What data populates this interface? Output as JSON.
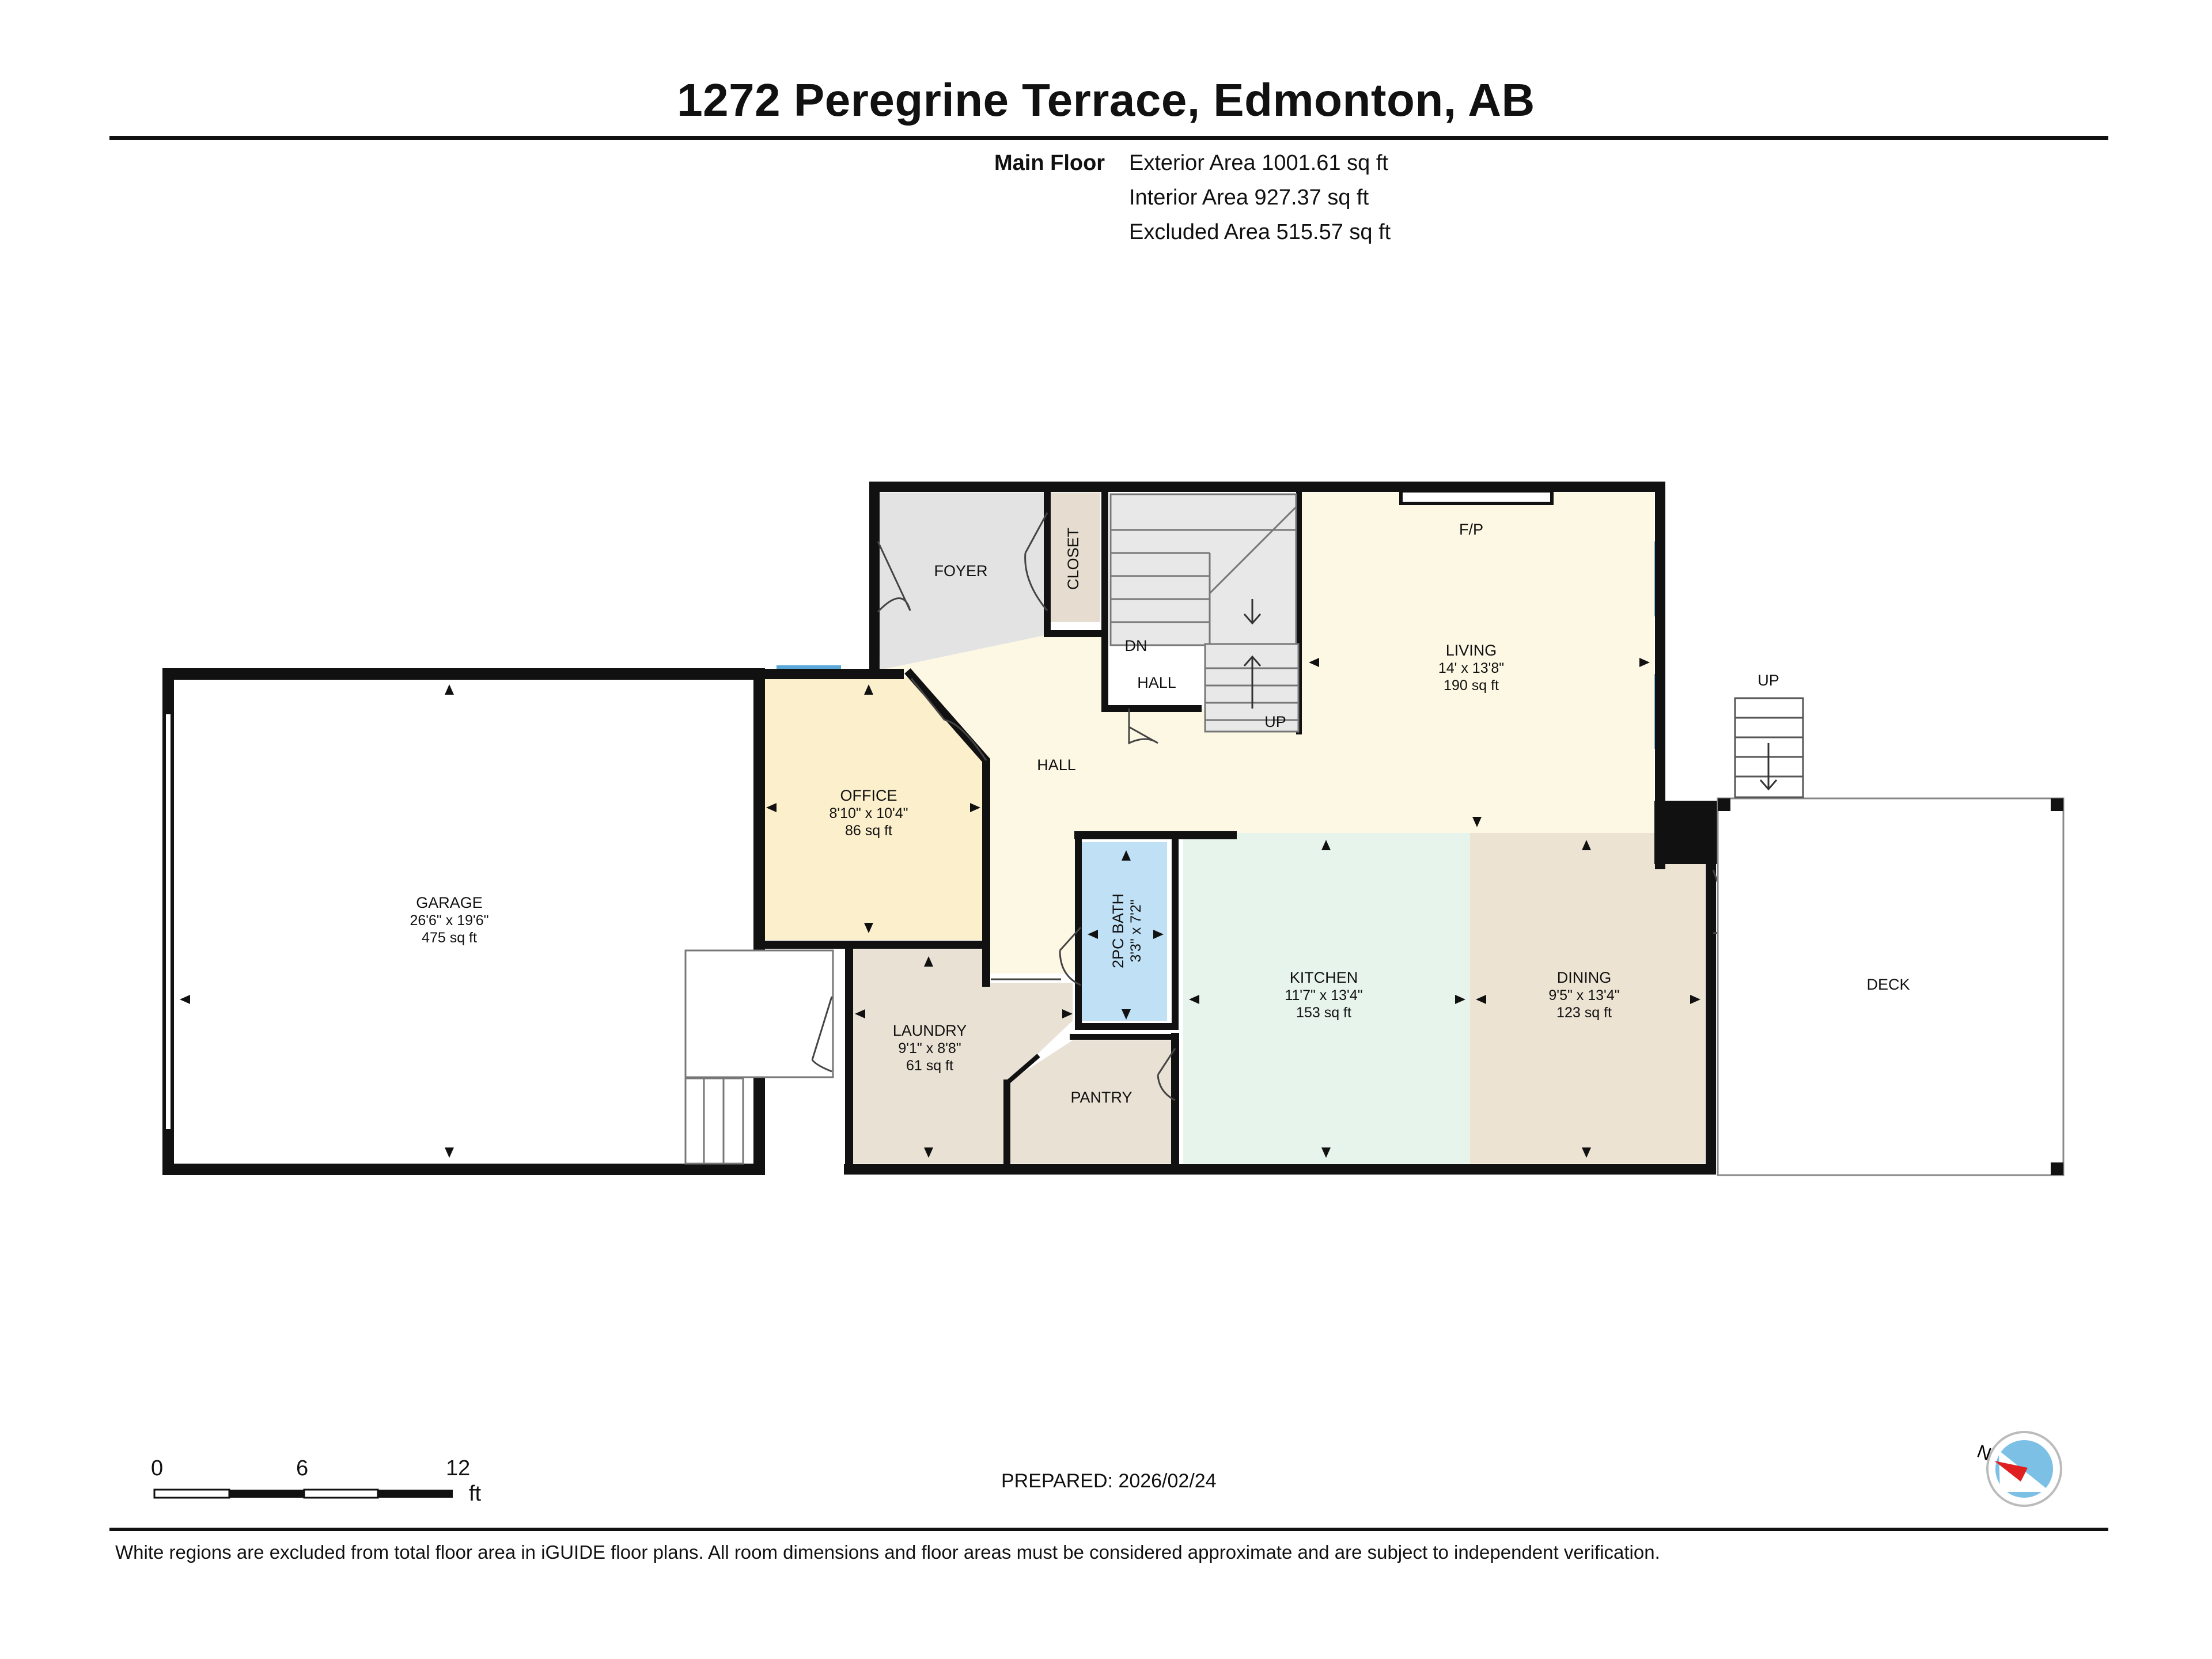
{
  "header": {
    "title": "1272 Peregrine Terrace, Edmonton, AB",
    "floor": "Main Floor",
    "areas": [
      "Exterior Area 1001.61 sq ft",
      "Interior Area 927.37 sq ft",
      "Excluded Area 515.57 sq ft"
    ]
  },
  "rooms": {
    "garage": {
      "name": "GARAGE",
      "dims": "26'6\" x 19'6\"",
      "area": "475 sq ft"
    },
    "office": {
      "name": "OFFICE",
      "dims": "8'10\" x 10'4\"",
      "area": "86 sq ft"
    },
    "foyer": {
      "name": "FOYER"
    },
    "closet": {
      "name": "CLOSET"
    },
    "hall_main": {
      "name": "HALL"
    },
    "hall_small": {
      "name": "HALL"
    },
    "stairs_dn": {
      "name": "DN"
    },
    "stairs_up": {
      "name": "UP"
    },
    "living": {
      "name": "LIVING",
      "dims": "14' x 13'8\"",
      "area": "190 sq ft"
    },
    "fireplace": {
      "name": "F/P"
    },
    "bath": {
      "name": "2PC BATH",
      "dims": "3'3\" x 7'2\""
    },
    "kitchen": {
      "name": "KITCHEN",
      "dims": "11'7\" x 13'4\"",
      "area": "153 sq ft"
    },
    "dining": {
      "name": "DINING",
      "dims": "9'5\" x 13'4\"",
      "area": "123 sq ft"
    },
    "laundry": {
      "name": "LAUNDRY",
      "dims": "9'1\" x 8'8\"",
      "area": "61 sq ft"
    },
    "pantry": {
      "name": "PANTRY"
    },
    "deck": {
      "name": "DECK"
    },
    "deck_stairs": {
      "name": "UP"
    }
  },
  "colors": {
    "wall": "#111111",
    "foyer": "#e3e3e3",
    "closet": "#e6ddd0",
    "hall": "#fdf8e4",
    "office": "#fcefcc",
    "bath": "#bfe0f5",
    "kitchen": "#e6f4ec",
    "dining": "#ece3d3",
    "laundry": "#e9e1d4",
    "window": "#5aa8d8"
  },
  "footer": {
    "scale": [
      "0",
      "6",
      "12"
    ],
    "scale_unit": "ft",
    "prepared": "PREPARED: 2026/02/24",
    "compass_letter": "N",
    "disclaimer": "White regions are excluded from total floor area in iGUIDE floor plans. All room dimensions and floor areas must be considered approximate and are subject to independent verification."
  }
}
